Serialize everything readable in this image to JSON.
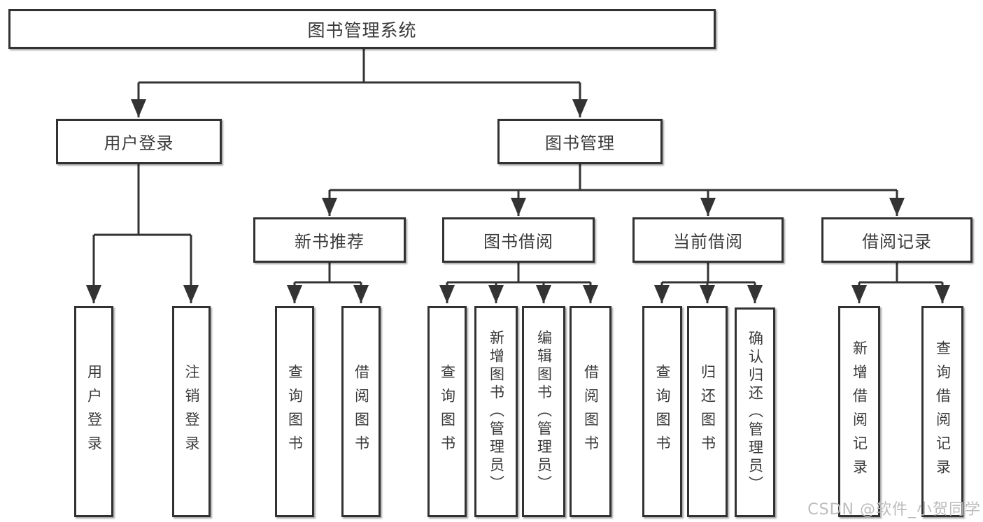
{
  "tree": {
    "label": "图书管理系统",
    "children": [
      {
        "label": "用户登录",
        "children": [
          {
            "label": "用户登录"
          },
          {
            "label": "注销登录"
          }
        ]
      },
      {
        "label": "图书管理",
        "children": [
          {
            "label": "新书推荐",
            "children": [
              {
                "label": "查询图书"
              },
              {
                "label": "借阅图书"
              }
            ]
          },
          {
            "label": "图书借阅",
            "children": [
              {
                "label": "查询图书"
              },
              {
                "label": "新增图书（管理员）"
              },
              {
                "label": "编辑图书（管理员）"
              },
              {
                "label": "借阅图书"
              }
            ]
          },
          {
            "label": "当前借阅",
            "children": [
              {
                "label": "查询图书"
              },
              {
                "label": "归还图书"
              },
              {
                "label": "确认归还（管理员）"
              }
            ]
          },
          {
            "label": "借阅记录",
            "children": [
              {
                "label": "新增借阅记录"
              },
              {
                "label": "查询借阅记录"
              }
            ]
          }
        ]
      }
    ]
  },
  "watermark": {
    "text": "CSDN @软件_小贺同学"
  },
  "colors": {
    "line": "#333333",
    "box_border": "#323232",
    "text": "#3a3a3a",
    "watermark": "#bcbcbc",
    "background": "#ffffff"
  }
}
